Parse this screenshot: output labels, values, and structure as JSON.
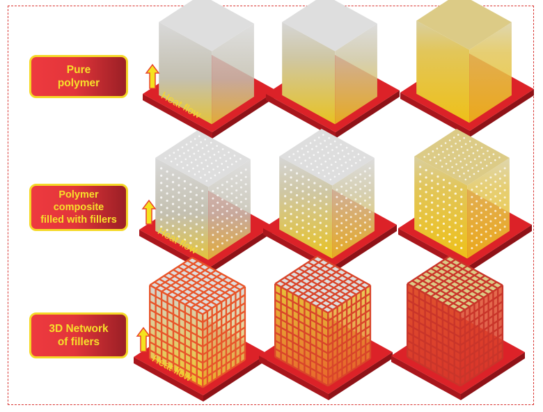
{
  "rows": [
    {
      "label": "Pure\npolymer",
      "type": "pure"
    },
    {
      "label": "Polymer\ncomposite\nfilled with fillers",
      "type": "fillers"
    },
    {
      "label": "3D Network\nof fillers",
      "type": "network"
    }
  ],
  "heat_flow_label": "Heat flow",
  "colors": {
    "accent_red": "#d8262b",
    "label_text": "#f7e02b",
    "label_border": "#f5d928",
    "lattice": "#e8502a"
  }
}
